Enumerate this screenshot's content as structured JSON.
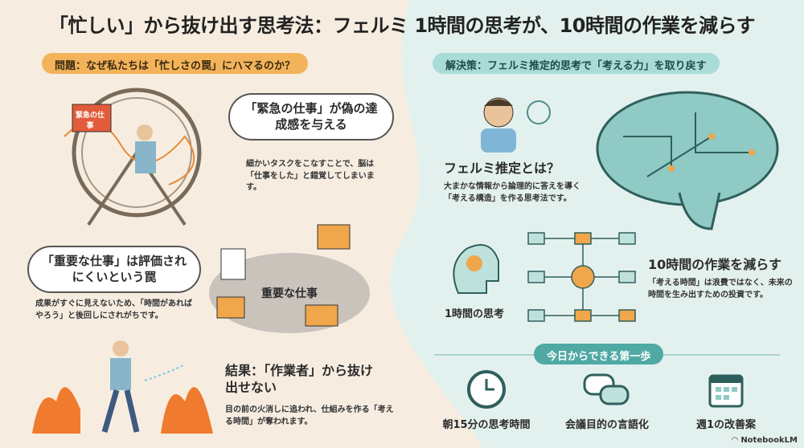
{
  "title": "「忙しい」から抜け出す思考法：フェルミ 1時間の思考が、10時間の作業を減らす",
  "colors": {
    "left_bg": "#f6ede0",
    "right_bg": "#e3f1ee",
    "accent_orange": "#f3b35a",
    "accent_teal": "#4fa9a4"
  },
  "left": {
    "section_title": "問題：なぜ私たちは「忙しさの罠」にハマるのか？",
    "urgent": {
      "sign": "緊急の仕事",
      "heading": "「緊急の仕事」が偽の達成感を与える",
      "text": "細かいタスクをこなすことで、脳は「仕事をした」と錯覚してしまいます。"
    },
    "important": {
      "heading": "「重要な仕事」は評価されにくいという罠",
      "text": "成果がすぐに見えないため、「時間があればやろう」と後回しにされがちです。",
      "pile_label": "重要な仕事"
    },
    "result": {
      "heading": "結果：「作業者」から抜け出せない",
      "text": "目の前の火消しに追われ、仕組みを作る「考える時間」が奪われます。"
    }
  },
  "right": {
    "section_title": "解決策：フェルミ推定的思考で「考える力」を取り戻す",
    "fermi": {
      "heading": "フェルミ推定とは？",
      "text": "大まかな情報から論理的に答えを導く「考える構造」を作る思考法です。"
    },
    "one_hour": "1時間の思考",
    "reduce": {
      "heading": "10時間の作業を減らす",
      "text": "「考える時間」は浪費ではなく、未来の時間を生み出すための投資です。"
    },
    "first_step": {
      "title": "今日からできる第一歩",
      "items": [
        {
          "label": "朝15分の思考時間",
          "icon": "clock-icon"
        },
        {
          "label": "会議目的の言語化",
          "icon": "chat-icon"
        },
        {
          "label": "週1の改善案",
          "icon": "calendar-icon"
        }
      ]
    }
  },
  "footer": {
    "brand": "NotebookLM"
  }
}
